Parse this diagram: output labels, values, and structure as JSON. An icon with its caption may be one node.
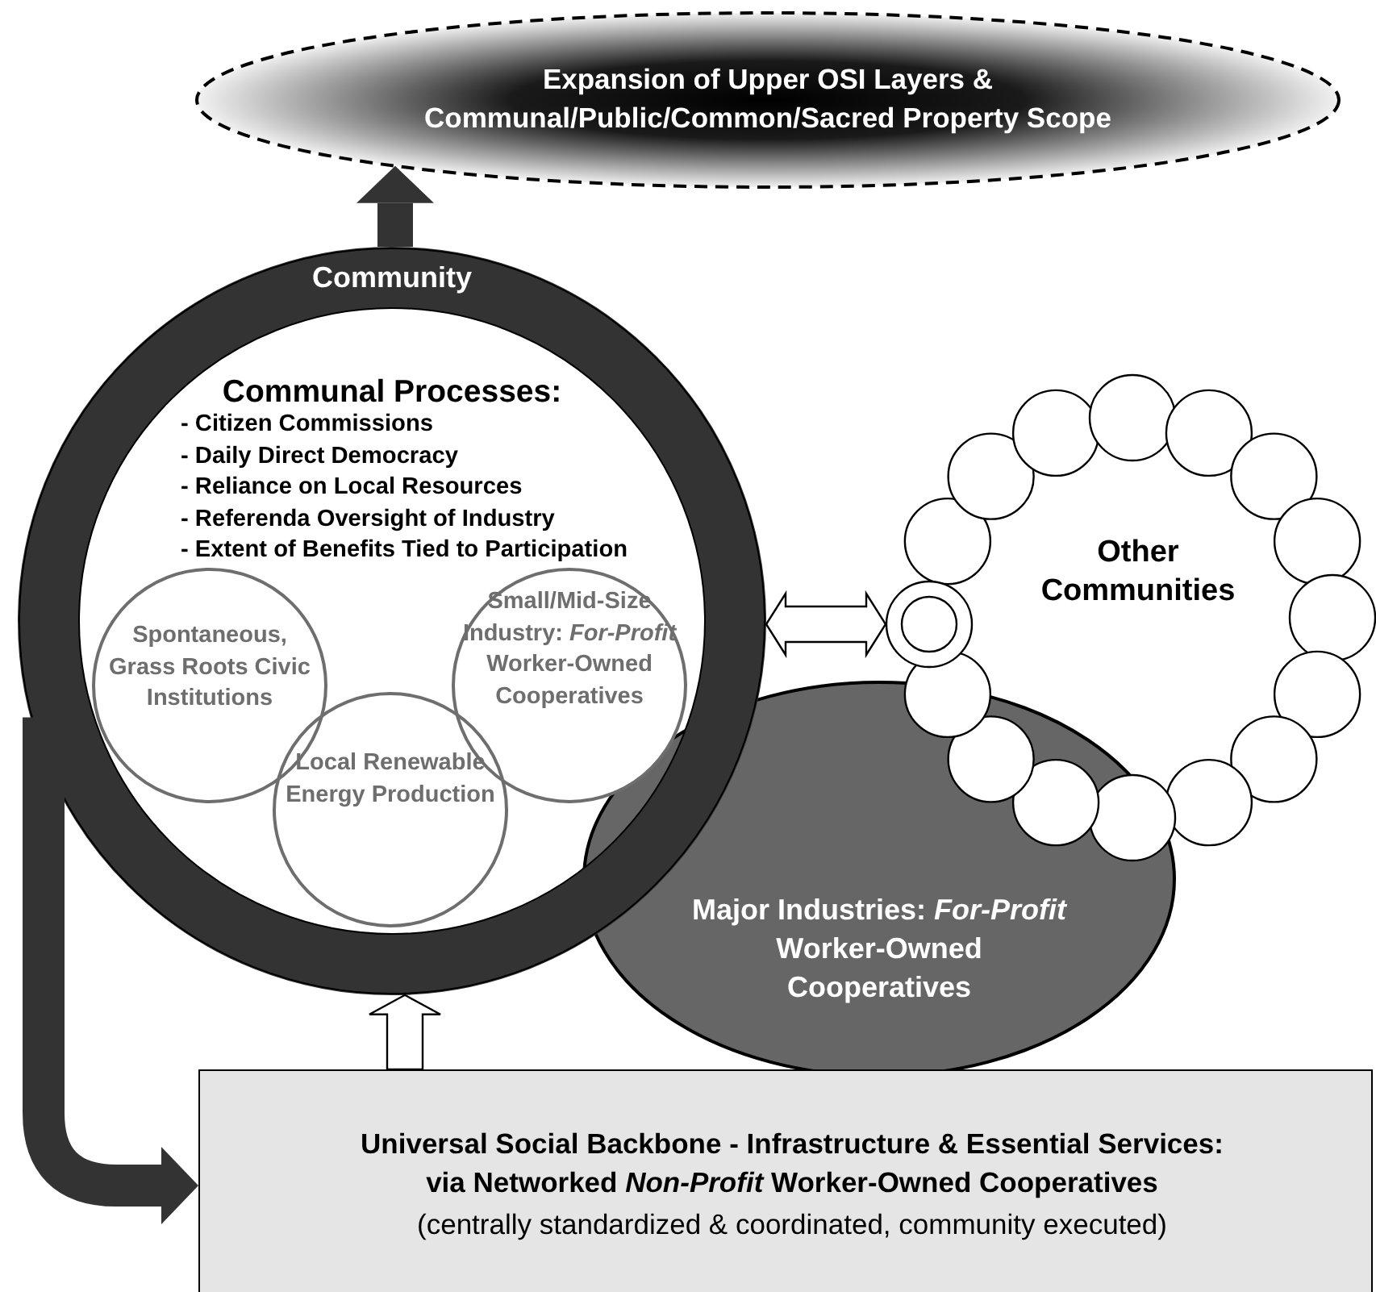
{
  "diagram": {
    "nodes": [
      {
        "text": [
          "Expansion of Upper OSI Layers & Communal/Public/Common/Sacred Property Scope"
        ]
      },
      {
        "text": [
          "Community",
          "Communal Processes:",
          "- Citizen Commissions",
          "- Daily Direct Democracy",
          "- Reliance on Local Resources",
          "- Referenda Oversight of Industry",
          "- Extent of Benefits Tied to Participation"
        ]
      },
      {
        "text": [
          "Spontaneous, Grass Roots Civic Institutions"
        ],
        "in": 1
      },
      {
        "text": [
          "Local Renewable Energy Production"
        ],
        "in": 1
      },
      {
        "text": [
          "Small/Mid-Size Industry: *For-Profit* Worker-Owned Cooperatives"
        ],
        "in": 1
      },
      {
        "text": [
          "Major Industries: *For-Profit* Worker-Owned Cooperatives"
        ]
      },
      {
        "text": [
          "Other Communities"
        ]
      },
      {
        "text": [],
        "shape": "circle",
        "in": 6
      },
      {
        "text": [
          "Universal Social Backbone - Infrastructure & Essential Services: via Networked *Non-Profit* Worker-Owned Cooperatives",
          "(centrally standardized & coordinated, community executed)"
        ]
      }
    ],
    "edges": [
      {
        "from": 1,
        "to": 0,
        "arrow": "to",
        "color": "#333333"
      },
      {
        "from": 1,
        "to": 7,
        "arrow": "both"
      },
      {
        "from": 8,
        "to": 1,
        "arrow": "to"
      },
      {
        "from": 1,
        "to": 8,
        "arrow": "to",
        "color": "#333333"
      }
    ]
  }
}
